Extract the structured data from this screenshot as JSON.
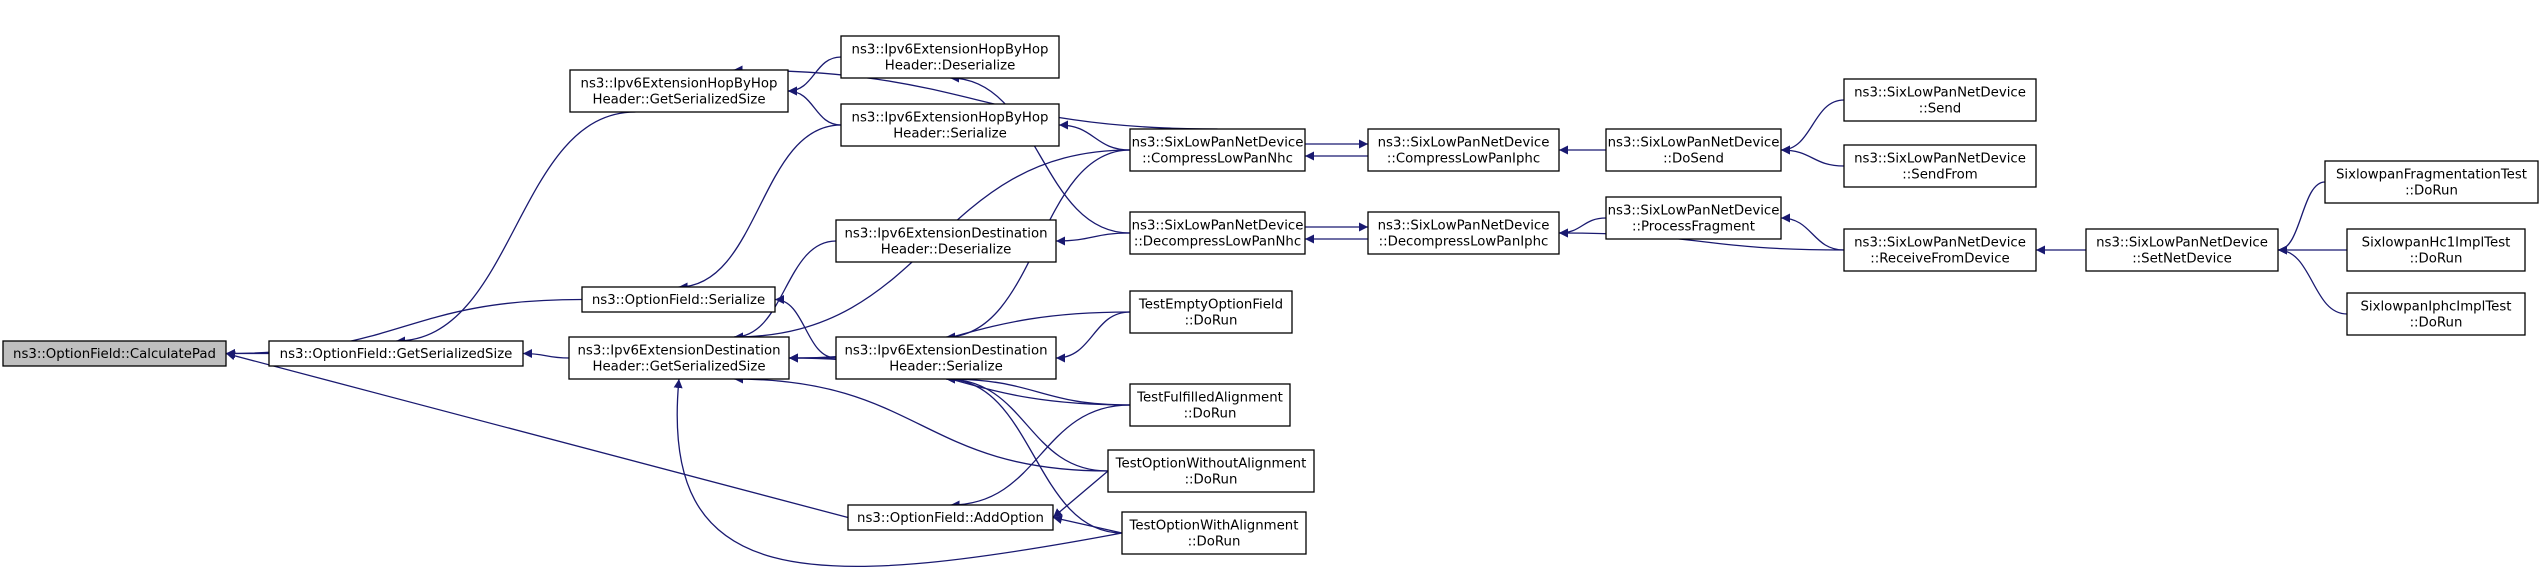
{
  "nodes": [
    {
      "id": "calcpad",
      "name": "node-option-field-calculate-pad",
      "root": true,
      "lines": [
        "ns3::OptionField::CalculatePad"
      ]
    },
    {
      "id": "ofgss",
      "name": "node-option-field-get-serialized-size",
      "lines": [
        "ns3::OptionField::GetSerializedSize"
      ]
    },
    {
      "id": "ofser",
      "name": "node-option-field-serialize",
      "lines": [
        "ns3::OptionField::Serialize"
      ]
    },
    {
      "id": "ofadd",
      "name": "node-option-field-add-option",
      "lines": [
        "ns3::OptionField::AddOption"
      ]
    },
    {
      "id": "hbhgss",
      "name": "node-hop-by-hop-get-serialized-size",
      "lines": [
        "ns3::Ipv6ExtensionHopByHop",
        "Header::GetSerializedSize"
      ]
    },
    {
      "id": "dstgss",
      "name": "node-destination-get-serialized-size",
      "lines": [
        "ns3::Ipv6ExtensionDestination",
        "Header::GetSerializedSize"
      ]
    },
    {
      "id": "hbhdes",
      "name": "node-hop-by-hop-deserialize",
      "lines": [
        "ns3::Ipv6ExtensionHopByHop",
        "Header::Deserialize"
      ]
    },
    {
      "id": "hbhser",
      "name": "node-hop-by-hop-serialize",
      "lines": [
        "ns3::Ipv6ExtensionHopByHop",
        "Header::Serialize"
      ]
    },
    {
      "id": "dstdes",
      "name": "node-destination-deserialize",
      "lines": [
        "ns3::Ipv6ExtensionDestination",
        "Header::Deserialize"
      ]
    },
    {
      "id": "dstser",
      "name": "node-destination-serialize",
      "lines": [
        "ns3::Ipv6ExtensionDestination",
        "Header::Serialize"
      ]
    },
    {
      "id": "compnhc",
      "name": "node-compress-low-pan-nhc",
      "lines": [
        "ns3::SixLowPanNetDevice",
        "::CompressLowPanNhc"
      ]
    },
    {
      "id": "decompnhc",
      "name": "node-decompress-low-pan-nhc",
      "lines": [
        "ns3::SixLowPanNetDevice",
        "::DecompressLowPanNhc"
      ]
    },
    {
      "id": "tempty",
      "name": "node-test-empty-option-field",
      "lines": [
        "TestEmptyOptionField",
        "::DoRun"
      ]
    },
    {
      "id": "tfull",
      "name": "node-test-fulfilled-alignment",
      "lines": [
        "TestFulfilledAlignment",
        "::DoRun"
      ]
    },
    {
      "id": "twithout",
      "name": "node-test-option-without-alignment",
      "lines": [
        "TestOptionWithoutAlignment",
        "::DoRun"
      ]
    },
    {
      "id": "twith",
      "name": "node-test-option-with-alignment",
      "lines": [
        "TestOptionWithAlignment",
        "::DoRun"
      ]
    },
    {
      "id": "compiphc",
      "name": "node-compress-low-pan-iphc",
      "lines": [
        "ns3::SixLowPanNetDevice",
        "::CompressLowPanIphc"
      ]
    },
    {
      "id": "decompiphc",
      "name": "node-decompress-low-pan-iphc",
      "lines": [
        "ns3::SixLowPanNetDevice",
        "::DecompressLowPanIphc"
      ]
    },
    {
      "id": "dosend",
      "name": "node-do-send",
      "lines": [
        "ns3::SixLowPanNetDevice",
        "::DoSend"
      ]
    },
    {
      "id": "procfrag",
      "name": "node-process-fragment",
      "lines": [
        "ns3::SixLowPanNetDevice",
        "::ProcessFragment"
      ]
    },
    {
      "id": "send",
      "name": "node-send",
      "lines": [
        "ns3::SixLowPanNetDevice",
        "::Send"
      ]
    },
    {
      "id": "sendfrom",
      "name": "node-send-from",
      "lines": [
        "ns3::SixLowPanNetDevice",
        "::SendFrom"
      ]
    },
    {
      "id": "recv",
      "name": "node-receive-from-device",
      "lines": [
        "ns3::SixLowPanNetDevice",
        "::ReceiveFromDevice"
      ]
    },
    {
      "id": "setnet",
      "name": "node-set-net-device",
      "lines": [
        "ns3::SixLowPanNetDevice",
        "::SetNetDevice"
      ]
    },
    {
      "id": "fragtest",
      "name": "node-sixlowpan-fragmentation-test",
      "lines": [
        "SixlowpanFragmentationTest",
        "::DoRun"
      ]
    },
    {
      "id": "hc1test",
      "name": "node-sixlowpan-hc1-impl-test",
      "lines": [
        "SixlowpanHc1ImplTest",
        "::DoRun"
      ]
    },
    {
      "id": "iphctest",
      "name": "node-sixlowpan-iphc-impl-test",
      "lines": [
        "SixlowpanIphcImplTest",
        "::DoRun"
      ]
    }
  ],
  "edges": [
    {
      "from": "ofgss",
      "to": "calcpad"
    },
    {
      "from": "ofser",
      "to": "calcpad"
    },
    {
      "from": "ofadd",
      "to": "calcpad"
    },
    {
      "from": "hbhgss",
      "to": "ofgss"
    },
    {
      "from": "dstgss",
      "to": "ofgss"
    },
    {
      "from": "hbhser",
      "to": "ofser"
    },
    {
      "from": "dstser",
      "to": "ofser"
    },
    {
      "from": "tfull",
      "to": "ofadd"
    },
    {
      "from": "twithout",
      "to": "ofadd"
    },
    {
      "from": "twith",
      "to": "ofadd"
    },
    {
      "from": "hbhdes",
      "to": "hbhgss"
    },
    {
      "from": "hbhser",
      "to": "hbhgss"
    },
    {
      "from": "compnhc",
      "to": "hbhgss"
    },
    {
      "from": "dstdes",
      "to": "dstgss"
    },
    {
      "from": "dstser",
      "to": "dstgss"
    },
    {
      "from": "compnhc",
      "to": "dstgss"
    },
    {
      "from": "tempty",
      "to": "dstgss"
    },
    {
      "from": "tfull",
      "to": "dstgss"
    },
    {
      "from": "twithout",
      "to": "dstgss"
    },
    {
      "from": "twith",
      "to": "dstgss"
    },
    {
      "from": "decompnhc",
      "to": "hbhdes"
    },
    {
      "from": "compnhc",
      "to": "hbhser"
    },
    {
      "from": "decompnhc",
      "to": "dstdes"
    },
    {
      "from": "compnhc",
      "to": "dstser"
    },
    {
      "from": "tempty",
      "to": "dstser"
    },
    {
      "from": "tfull",
      "to": "dstser"
    },
    {
      "from": "twithout",
      "to": "dstser"
    },
    {
      "from": "twith",
      "to": "dstser"
    },
    {
      "from": "compiphc",
      "to": "compnhc"
    },
    {
      "from": "compnhc",
      "to": "compiphc"
    },
    {
      "from": "decompiphc",
      "to": "decompnhc"
    },
    {
      "from": "decompnhc",
      "to": "decompiphc"
    },
    {
      "from": "dosend",
      "to": "compiphc"
    },
    {
      "from": "procfrag",
      "to": "decompiphc"
    },
    {
      "from": "recv",
      "to": "decompiphc"
    },
    {
      "from": "send",
      "to": "dosend"
    },
    {
      "from": "sendfrom",
      "to": "dosend"
    },
    {
      "from": "recv",
      "to": "procfrag"
    },
    {
      "from": "setnet",
      "to": "recv"
    },
    {
      "from": "fragtest",
      "to": "setnet"
    },
    {
      "from": "hc1test",
      "to": "setnet"
    },
    {
      "from": "iphctest",
      "to": "setnet"
    }
  ],
  "colors": {
    "edge": "#191970",
    "root_fill": "#bfbfbf",
    "node_fill": "#ffffff",
    "node_border": "#000000"
  }
}
